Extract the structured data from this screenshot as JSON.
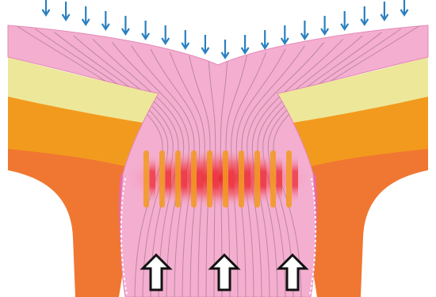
{
  "diagram": {
    "kind": "cross-section illustration (no printed text)",
    "downward_arrow_count": 19,
    "upward_arrow_count": 3,
    "band_segment_count": 10,
    "colors": {
      "arrow_blue": "#2a7fc0",
      "pink_tissue": "#f4aed0",
      "pink_line": "#8a6a76",
      "yellow_layer": "#ede79a",
      "orange_layer": "#f29a1e",
      "deep_orange": "#f07732",
      "red_glow": "#e5202e",
      "hollow_arrow_outline": "#111111",
      "background": "#ffffff"
    },
    "icons": {
      "down": "arrow-down-icon",
      "up": "hollow-arrow-up-icon"
    }
  }
}
